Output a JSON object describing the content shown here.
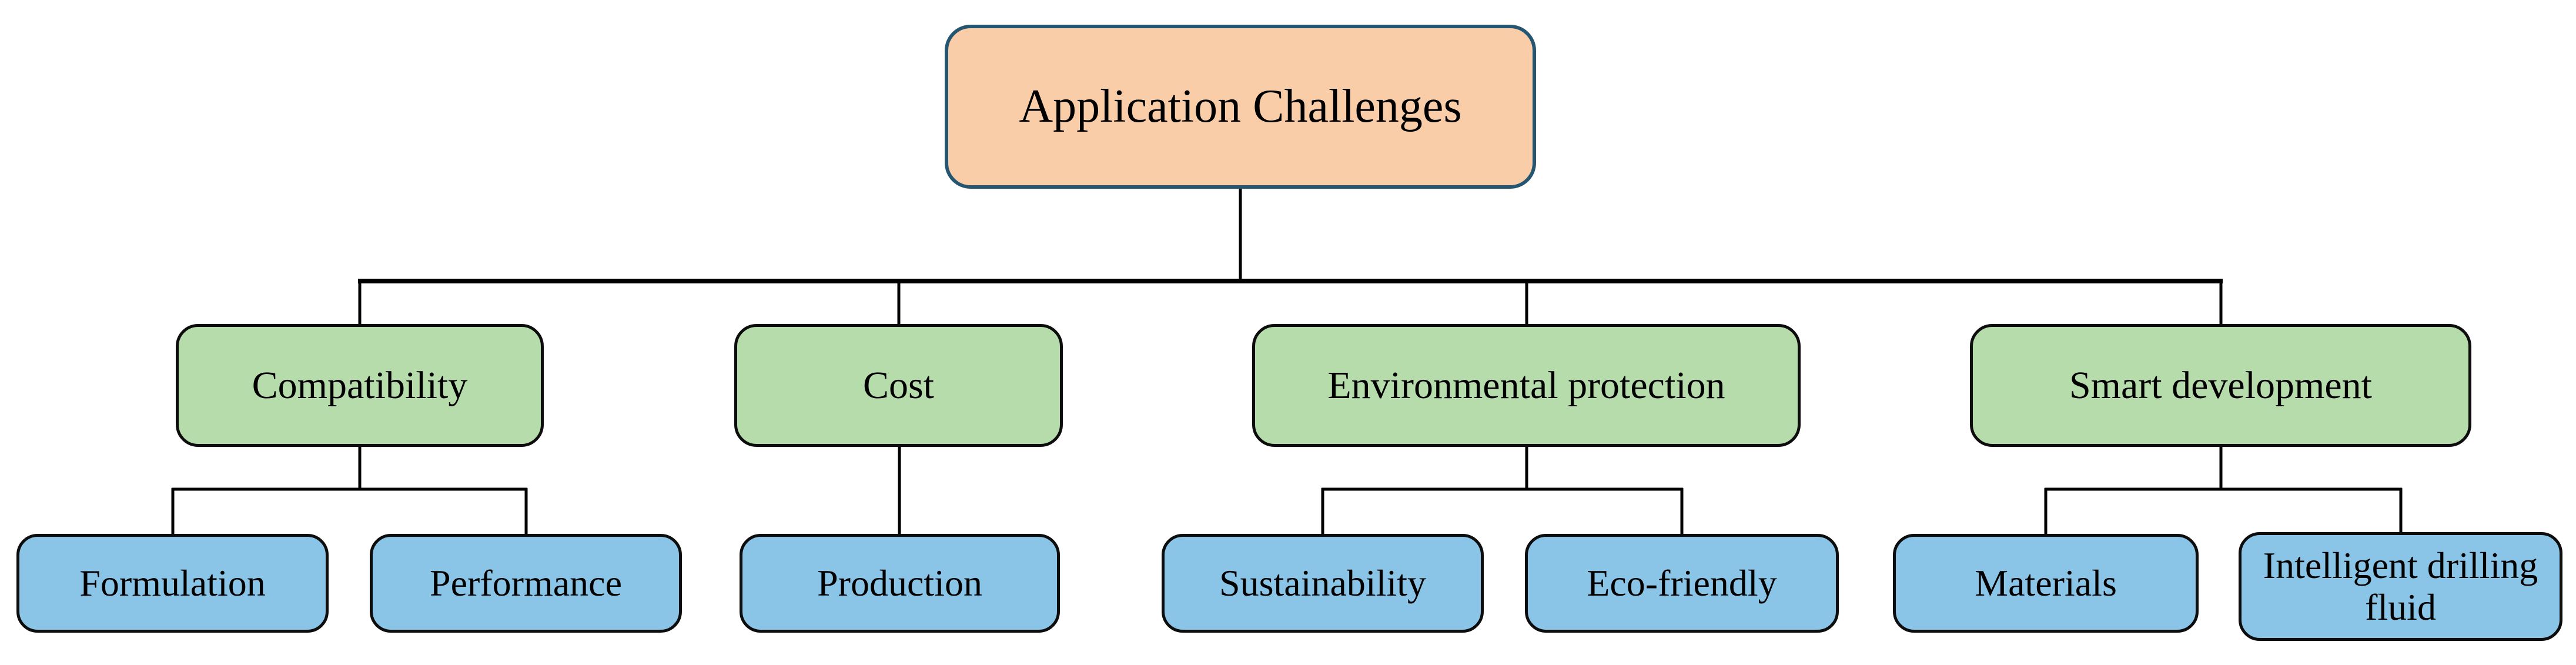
{
  "tree": {
    "root": {
      "label": "Application Challenges"
    },
    "branches": [
      {
        "label": "Compatibility"
      },
      {
        "label": "Cost"
      },
      {
        "label": "Environmental protection"
      },
      {
        "label": "Smart development"
      }
    ],
    "leaves": [
      {
        "label": "Formulation",
        "parent": "Compatibility"
      },
      {
        "label": "Performance",
        "parent": "Compatibility"
      },
      {
        "label": "Production",
        "parent": "Cost"
      },
      {
        "label": "Sustainability",
        "parent": "Environmental protection"
      },
      {
        "label": "Eco-friendly",
        "parent": "Environmental protection"
      },
      {
        "label": "Materials",
        "parent": "Smart development"
      },
      {
        "label": "Intelligent drilling fluid",
        "parent": "Smart development"
      }
    ],
    "colors": {
      "root_fill": "#FACDA9",
      "root_border": "#255671",
      "branch_fill": "#B7DCAC",
      "leaf_fill": "#8AC4E6",
      "box_border": "#0d0d0d",
      "line": "#000000",
      "text": "#000000",
      "background": "#ffffff"
    }
  }
}
